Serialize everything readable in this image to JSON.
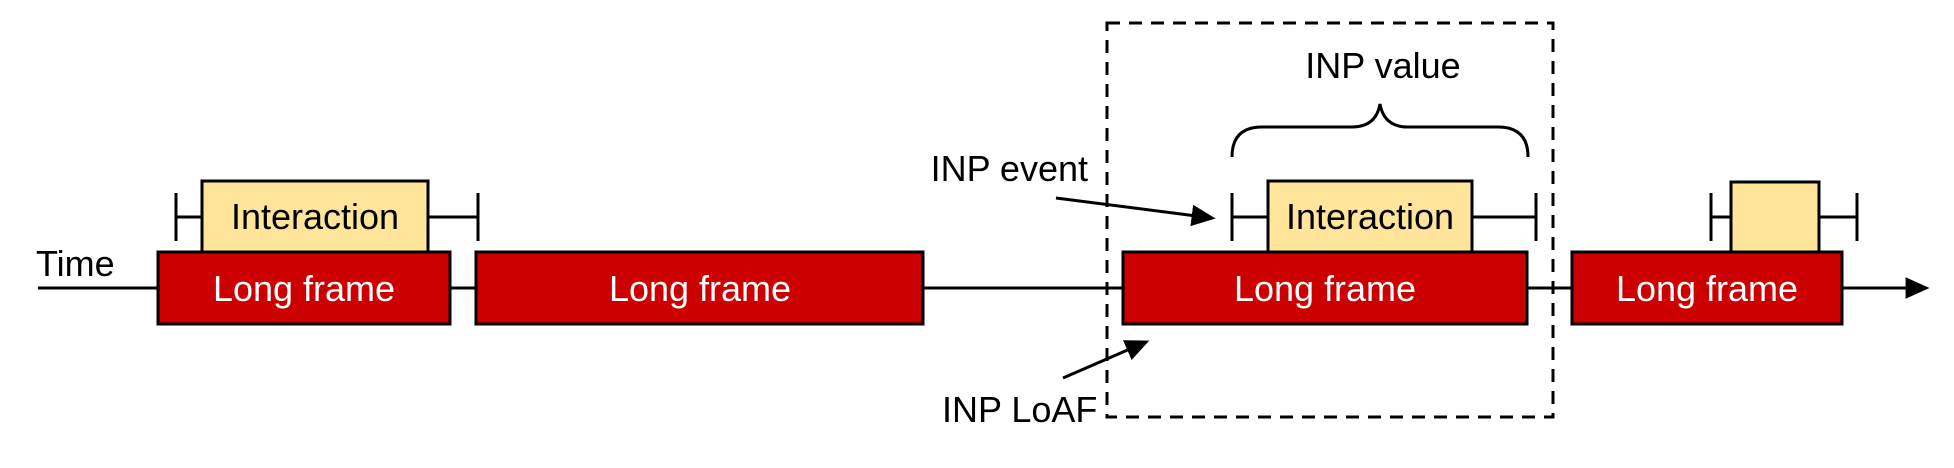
{
  "diagram": {
    "time_label": "Time",
    "inp_event_label": "INP event",
    "inp_value_label": "INP value",
    "inp_loaf_label": "INP LoAF",
    "long_frames": [
      {
        "label": "Long frame"
      },
      {
        "label": "Long frame"
      },
      {
        "label": "Long frame"
      },
      {
        "label": "Long frame"
      }
    ],
    "interactions": [
      {
        "label": "Interaction"
      },
      {
        "label": "Interaction"
      },
      {
        "label": ""
      }
    ]
  },
  "colors": {
    "long_frame_fill": "#cc0000",
    "interaction_fill": "#ffe599",
    "long_frame_text": "#ffffff",
    "label_text": "#000000",
    "line_stroke": "#000000",
    "background": "#ffffff"
  }
}
